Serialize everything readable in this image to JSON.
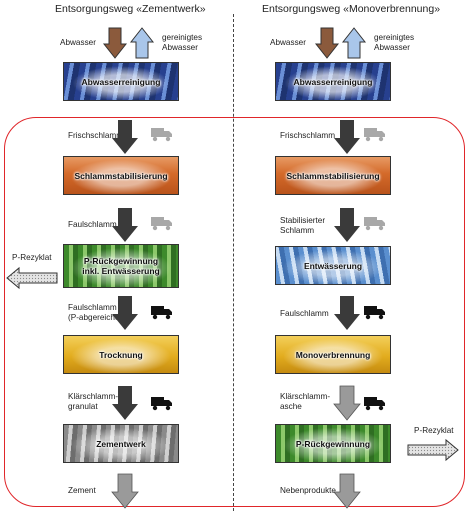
{
  "left": {
    "title": "Entsorgungsweg «Zementwerk»",
    "inflow_label": "Abwasser",
    "outflow_label": "gereinigtes\nAbwasser",
    "boxes": {
      "abwasserreinigung": "Abwasserreinigung",
      "schlammstabilisierung": "Schlammstabilisierung",
      "p_rueckgewinnung": "P-Rückgewinnung\ninkl. Entwässerung",
      "trocknung": "Trocknung",
      "zementwerk": "Zementwerk"
    },
    "flows": {
      "frischschlamm": "Frischschlamm",
      "faulschlamm": "Faulschlamm",
      "faulschlamm_p": "Faulschlamm\n(P-abgereichert)",
      "klaerschlammgranulat": "Klärschlamm-\ngranulat",
      "zement": "Zement"
    },
    "side_output": "P-Rezyklat"
  },
  "right": {
    "title": "Entsorgungsweg «Monoverbrennung»",
    "inflow_label": "Abwasser",
    "outflow_label": "gereinigtes\nAbwasser",
    "boxes": {
      "abwasserreinigung": "Abwasserreinigung",
      "schlammstabilisierung": "Schlammstabilisierung",
      "entwaesserung": "Entwässerung",
      "monoverbrennung": "Monoverbrennung",
      "p_rueckgewinnung": "P-Rückgewinnung"
    },
    "flows": {
      "frischschlamm": "Frischschlamm",
      "stabilisierter_schlamm": "Stabilisierter\nSchlamm",
      "faulschlamm": "Faulschlamm",
      "klaerschlammasche": "Klärschlamm-\nasche",
      "nebenprodukte": "Nebenprodukte"
    },
    "side_output": "P-Rezyklat"
  },
  "colors": {
    "frame": "#e0262a",
    "arrow_dark": "#3a3a3a",
    "arrow_grey": "#9a9a9a",
    "arrow_brown": "#8b5a3c",
    "arrow_lightblue": "#a9c6ea",
    "truck_grey": "#a8a8a8",
    "truck_black": "#111111"
  },
  "icons": [
    "truck-icon",
    "down-arrow-icon",
    "up-arrow-icon",
    "left-arrow-icon",
    "right-arrow-icon"
  ]
}
